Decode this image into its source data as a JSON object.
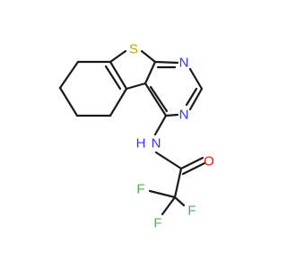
{
  "molecule": {
    "atoms": {
      "sulfur": "S",
      "n_ring_top": "N",
      "n_ring_bottom": "N",
      "n_amide": "N",
      "h_amide": "H",
      "o_carbonyl": "O",
      "f_left": "F",
      "f_right": "F",
      "f_bottom": "F"
    },
    "colors": {
      "bond": "#1a1a1a",
      "nitrogen": "#3333ff",
      "sulfur": "#c8a400",
      "oxygen": "#ff0d0d",
      "fluorine": "#4fb04f"
    }
  }
}
